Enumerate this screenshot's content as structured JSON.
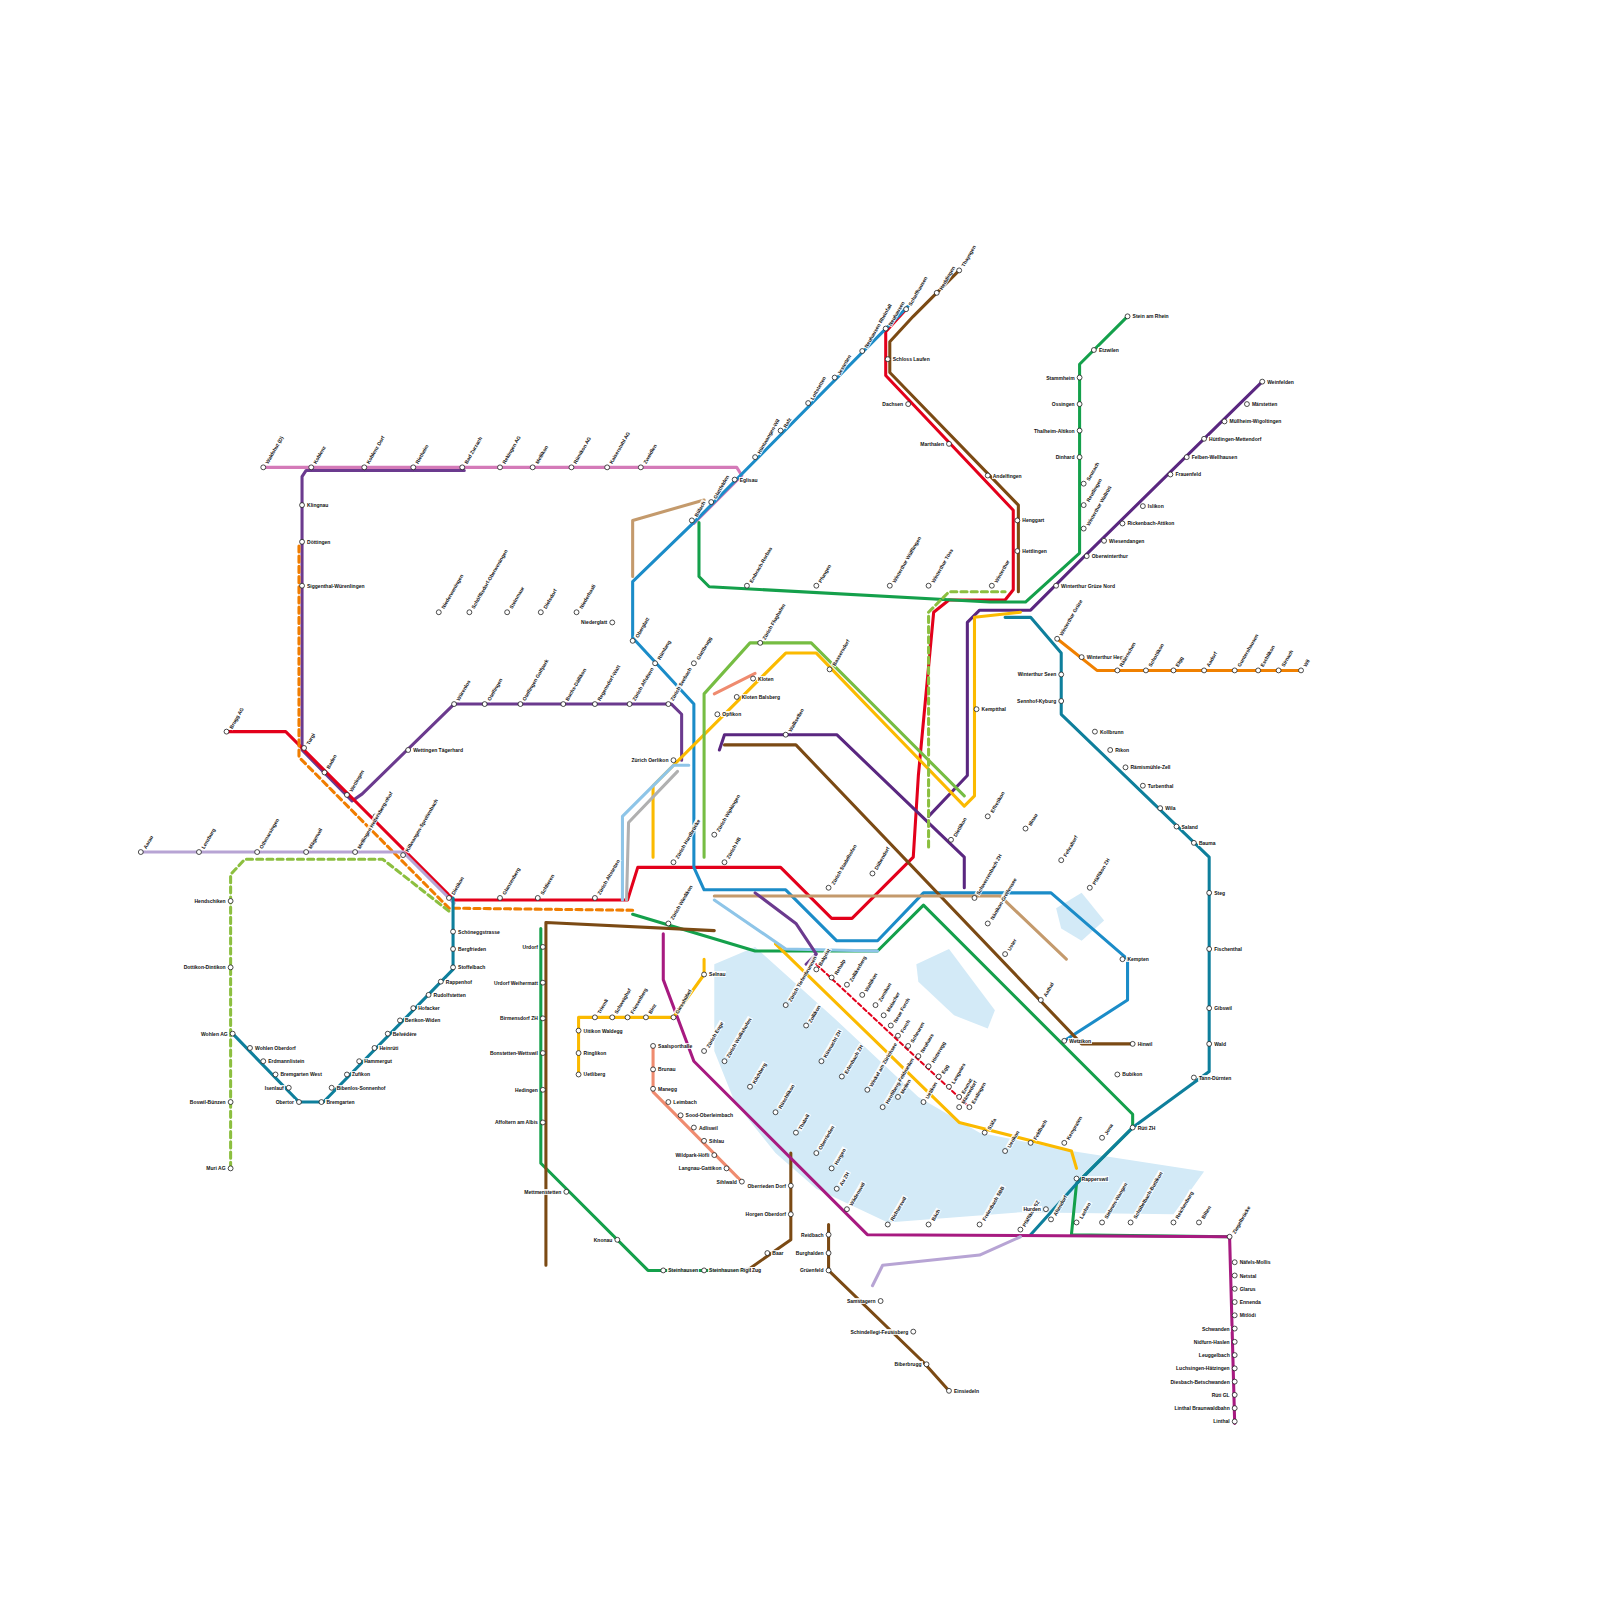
{
  "diagram": {
    "labels": [
      "Waldshut (D)",
      "Koblenz",
      "Koblenz Dorf",
      "Rietheim",
      "Bad Zurzach",
      "Rekingen AG",
      "Mellikon",
      "Rümikon AG",
      "Kaiserstuhl AG",
      "Zweidlen",
      "Klingnau",
      "Döttingen",
      "Siggenthal-Würenlingen",
      "Turgi",
      "Baden",
      "Wettingen",
      "Wettingen Tägerhard",
      "Neuenhof",
      "Killwangen-Spreitenbach",
      "Brugg AG",
      "Würenlos",
      "Otelfingen",
      "Otelfingen Golfpark",
      "Buchs-Dällikon",
      "Regensdorf-Watt",
      "Zürich Affoltern",
      "Zürich Seebach",
      "Aarau",
      "Lenzburg",
      "Othmarsingen",
      "Mägenwil",
      "Mellingen Heitersberg",
      "Dietikon",
      "Glanzenberg",
      "Schlieren",
      "Zürich Altstetten",
      "Zürich Hardbrücke",
      "Zürich HB",
      "Zürich Wipkingen",
      "Schöneggstrasse",
      "Bergfrieden",
      "Stoffelbach",
      "Rappenhof",
      "Rudolfstetten",
      "Hofacker",
      "Berikon-Widen",
      "Belvédère",
      "Heinrüti",
      "Hammergut",
      "Zufikon",
      "Bibenlos-Sonnenhof",
      "Bremgarten",
      "Obertor",
      "Isenlauf",
      "Bremgarten West",
      "Erdmannlistein",
      "Wohlen Oberdorf",
      "Wohlen AG",
      "Hendschiken",
      "Dottikon-Dintikon",
      "Boswil-Bünzen",
      "Muri AG",
      "Thayngen",
      "Herblingen",
      "Schaffhausen",
      "Neuhausen",
      "Neuhausen Rheinfall",
      "Jestetten",
      "Lottstetten",
      "Rafz",
      "Hüntwangen-Wil",
      "Eglisau",
      "Glattfelden",
      "Bülach",
      "Schloss Laufen",
      "Dachsen",
      "Marthalen",
      "Andelfingen",
      "Henggart",
      "Hettlingen",
      "Embrach-Rorbas",
      "Pfungen",
      "Winterthur Wülflingen",
      "Winterthur Töss",
      "Winterthur",
      "Stein am Rhein",
      "Etzwilen",
      "Stammheim",
      "Ossingen",
      "Thalheim-Altikon",
      "Dinhard",
      "Seuzach",
      "Reutlingen",
      "Winterthur Wallrüti",
      "Oberwinterthur",
      "Weinfelden",
      "Märstetten",
      "Müllheim-Wigoltingen",
      "Hüttlingen-Mettendorf",
      "Felben-Wellhausen",
      "Frauenfeld",
      "Islikon",
      "Rickenbach-Attikon",
      "Wiesendangen",
      "Winterthur Grüze Nord",
      "Winterthur Grüze",
      "Winterthur Hegi",
      "Räterschen",
      "Schottikon",
      "Elgg",
      "Aadorf",
      "Guntershausen",
      "Eschlikon",
      "Sirnach",
      "Wil",
      "Winterthur Seen",
      "Sennhof-Kyburg",
      "Kollbrunn",
      "Rikon",
      "Rämismühle-Zell",
      "Turbenthal",
      "Wila",
      "Saland",
      "Bauma",
      "Steg",
      "Fischenthal",
      "Gibswil",
      "Wald",
      "Tann-Dürnten",
      "Rüti ZH",
      "Kemptthal",
      "Effretikon",
      "Illnau",
      "Fehraltorf",
      "Pfäffikon ZH",
      "Kempten",
      "Wetzikon",
      "Hinwil",
      "Bubikon",
      "Dietlikon",
      "Dübendorf",
      "Zürich Stadelhofen",
      "Schwerzenbach ZH",
      "Nänikon-Greifensee",
      "Uster",
      "Aathal",
      "Niederweningen",
      "Schöfflisdorf-Oberweningen",
      "Steinmaur",
      "Dielsdorf",
      "Niederhasli",
      "Niederglatt",
      "Oberglatt",
      "Rümlang",
      "Glattbrugg",
      "Zürich Oerlikon",
      "Zürich Flughafen",
      "Bassersdorf",
      "Kloten",
      "Kloten Balsberg",
      "Opfikon",
      "Wallisellen",
      "Zürich Wiedikon",
      "Zürich Enge",
      "Zürich Wollishofen",
      "Kilchberg",
      "Rüschlikon",
      "Thalwil",
      "Oberrieden",
      "Horgen",
      "Au ZH",
      "Wädenswil",
      "Richterswil",
      "Bäch",
      "Freienbach SBB",
      "Pfäffikon SZ",
      "Zürich Tiefenbrunnen",
      "Zollikon",
      "Küsnacht ZH",
      "Erlenbach ZH",
      "Winkel am Zürichsee",
      "Herrliberg-Feldmeilen",
      "Meilen",
      "Uetikon",
      "Männedorf",
      "Stäfa",
      "Uerikon",
      "Feldbach",
      "Kempraten",
      "Jona",
      "Rapperswil",
      "Hurden",
      "Saalsporthalle",
      "Brunau",
      "Manegg",
      "Leimbach",
      "Sood-Oberleimbach",
      "Adliswil",
      "Sihlau",
      "Wildpark-Höfli",
      "Langnau-Gattikon",
      "Sihlwald",
      "Selnau",
      "Giesshübel",
      "Binz",
      "Friesenberg",
      "Schweighof",
      "Triemli",
      "Uitikon Waldegg",
      "Ringlikon",
      "Uetliberg",
      "Balgrist",
      "Rehalp",
      "Zollikerberg",
      "Waltikon",
      "Zumikon",
      "Maiacher",
      "Neue Forch",
      "Forch",
      "Scheuren",
      "Neuhaus",
      "Hinteregg",
      "Egg",
      "Langwies",
      "Emmat",
      "Esslingen",
      "Urdorf",
      "Urdorf Weihermatt",
      "Birmensdorf ZH",
      "Bonstetten-Wettswil",
      "Hedingen",
      "Affoltern am Albis",
      "Mettmenstetten",
      "Knonau",
      "Steinhausen",
      "Steinhausen Rigiblick",
      "Zug",
      "Baar",
      "Horgen Oberdorf",
      "Oberrieden Dorf",
      "Reidbach",
      "Burghalden",
      "Grüenfeld",
      "Samstagern",
      "Schindellegi-Feusisberg",
      "Biberbrugg",
      "Einsiedeln",
      "Altendorf",
      "Lachen",
      "Siebnen-Wangen",
      "Schübelbach-Buttikon",
      "Reichenburg",
      "Bilten",
      "Ziegelbrücke",
      "Näfels-Mollis",
      "Netstal",
      "Glarus",
      "Ennenda",
      "Mitlödi",
      "Schwanden",
      "Nidfurn-Haslen",
      "Leuggelbach",
      "Luchsingen-Hätzingen",
      "Diesbach-Betschwanden",
      "Rüti GL",
      "Linthal Braunwaldbahn",
      "Linthal"
    ]
  }
}
